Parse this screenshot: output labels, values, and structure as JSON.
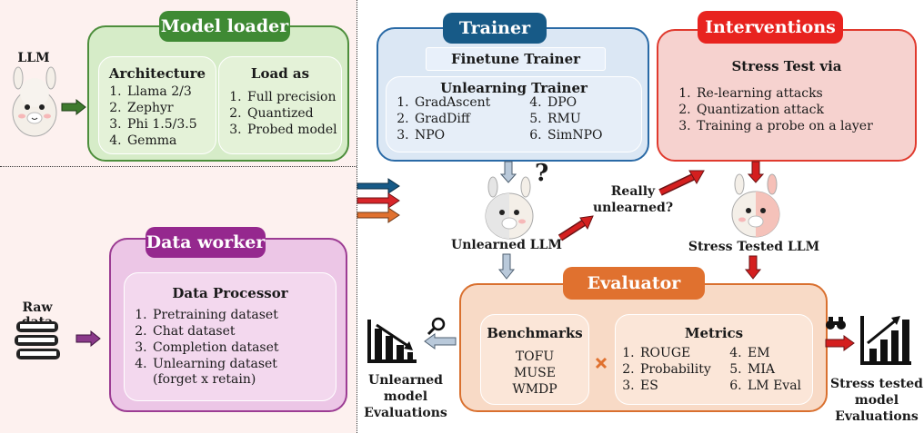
{
  "llm_label": "LLM",
  "raw_data_label": "Raw data",
  "model_loader": {
    "title": "Model loader",
    "architecture": {
      "title": "Architecture",
      "items": [
        "Llama 2/3",
        "Zephyr",
        "Phi 1.5/3.5",
        "Gemma"
      ]
    },
    "load_as": {
      "title": "Load as",
      "items": [
        "Full precision",
        "Quantized",
        "Probed model"
      ]
    }
  },
  "data_worker": {
    "title": "Data worker",
    "processor_title": "Data Processor",
    "items": [
      "Pretraining dataset",
      "Chat dataset",
      "Completion dataset",
      "Unlearning dataset"
    ],
    "note": "(forget x retain)"
  },
  "trainer": {
    "title": "Trainer",
    "finetune": "Finetune Trainer",
    "unlearning_title": "Unlearning Trainer",
    "col1": [
      "GradAscent",
      "GradDiff",
      "NPO"
    ],
    "col2": [
      "DPO",
      "RMU",
      "SimNPO"
    ]
  },
  "interventions": {
    "title": "Interventions",
    "subtitle": "Stress Test via",
    "items": [
      "Re-learning attacks",
      "Quantization attack",
      "Training a probe on a layer"
    ]
  },
  "unlearned_llm": "Unlearned LLM",
  "really_unlearned": "Really unlearned?",
  "question_mark": "?",
  "stress_tested_llm": "Stress Tested LLM",
  "evaluator": {
    "title": "Evaluator",
    "benchmarks_title": "Benchmarks",
    "benchmarks": [
      "TOFU",
      "MUSE",
      "WMDP"
    ],
    "metrics_title": "Metrics",
    "metrics_col1": [
      "ROUGE",
      "Probability",
      "ES"
    ],
    "metrics_col2": [
      "EM",
      "MIA",
      "LM Eval"
    ]
  },
  "unlearned_evals": "Unlearned model Evaluations",
  "stress_evals": "Stress tested model Evaluations",
  "colors": {
    "green": "#3f8a34",
    "purple": "#95288e",
    "blue": "#175a87",
    "red": "#e8231f",
    "orange": "#e0712f",
    "dark_red": "#d41f1f"
  }
}
